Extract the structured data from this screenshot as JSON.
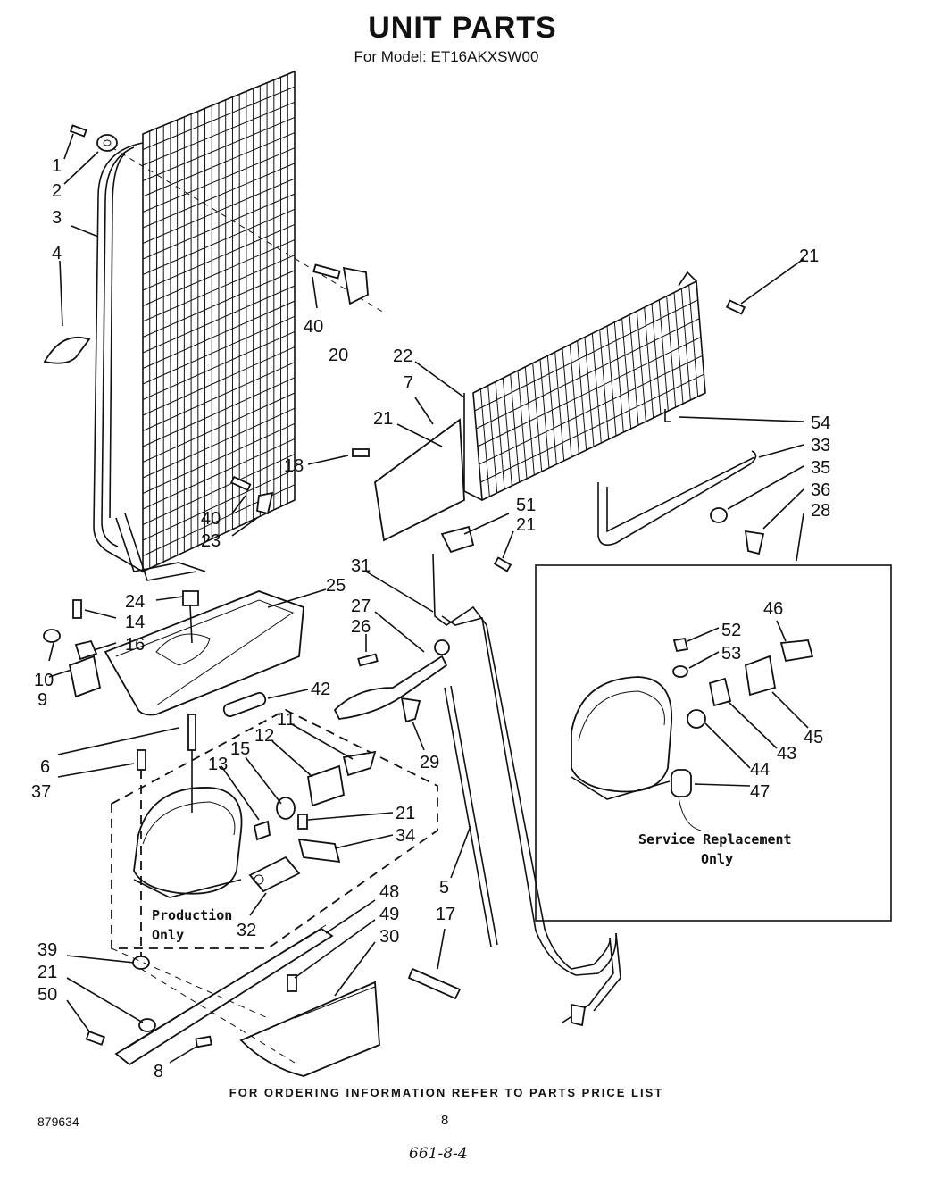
{
  "header": {
    "title": "UNIT PARTS",
    "subtitle": "For Model: ET16AKXSW00"
  },
  "footer": {
    "ordering_note": "FOR ORDERING INFORMATION REFER TO PARTS PRICE LIST",
    "doc_number": "879634",
    "page_number": "8",
    "handwritten_note": "661-8-4"
  },
  "notes": {
    "production_line1": "Production",
    "production_line2": "Only",
    "service_line1": "Service Replacement",
    "service_line2": "Only"
  },
  "callouts": [
    "1",
    "2",
    "3",
    "4",
    "40",
    "20",
    "21",
    "22",
    "7",
    "21",
    "54",
    "33",
    "35",
    "36",
    "28",
    "18",
    "40",
    "23",
    "51",
    "21",
    "31",
    "24",
    "25",
    "14",
    "16",
    "10",
    "9",
    "27",
    "26",
    "42",
    "11",
    "12",
    "15",
    "13",
    "6",
    "37",
    "29",
    "21",
    "34",
    "32",
    "52",
    "53",
    "46",
    "45",
    "43",
    "44",
    "47",
    "48",
    "49",
    "30",
    "39",
    "21",
    "50",
    "5",
    "17",
    "8"
  ]
}
